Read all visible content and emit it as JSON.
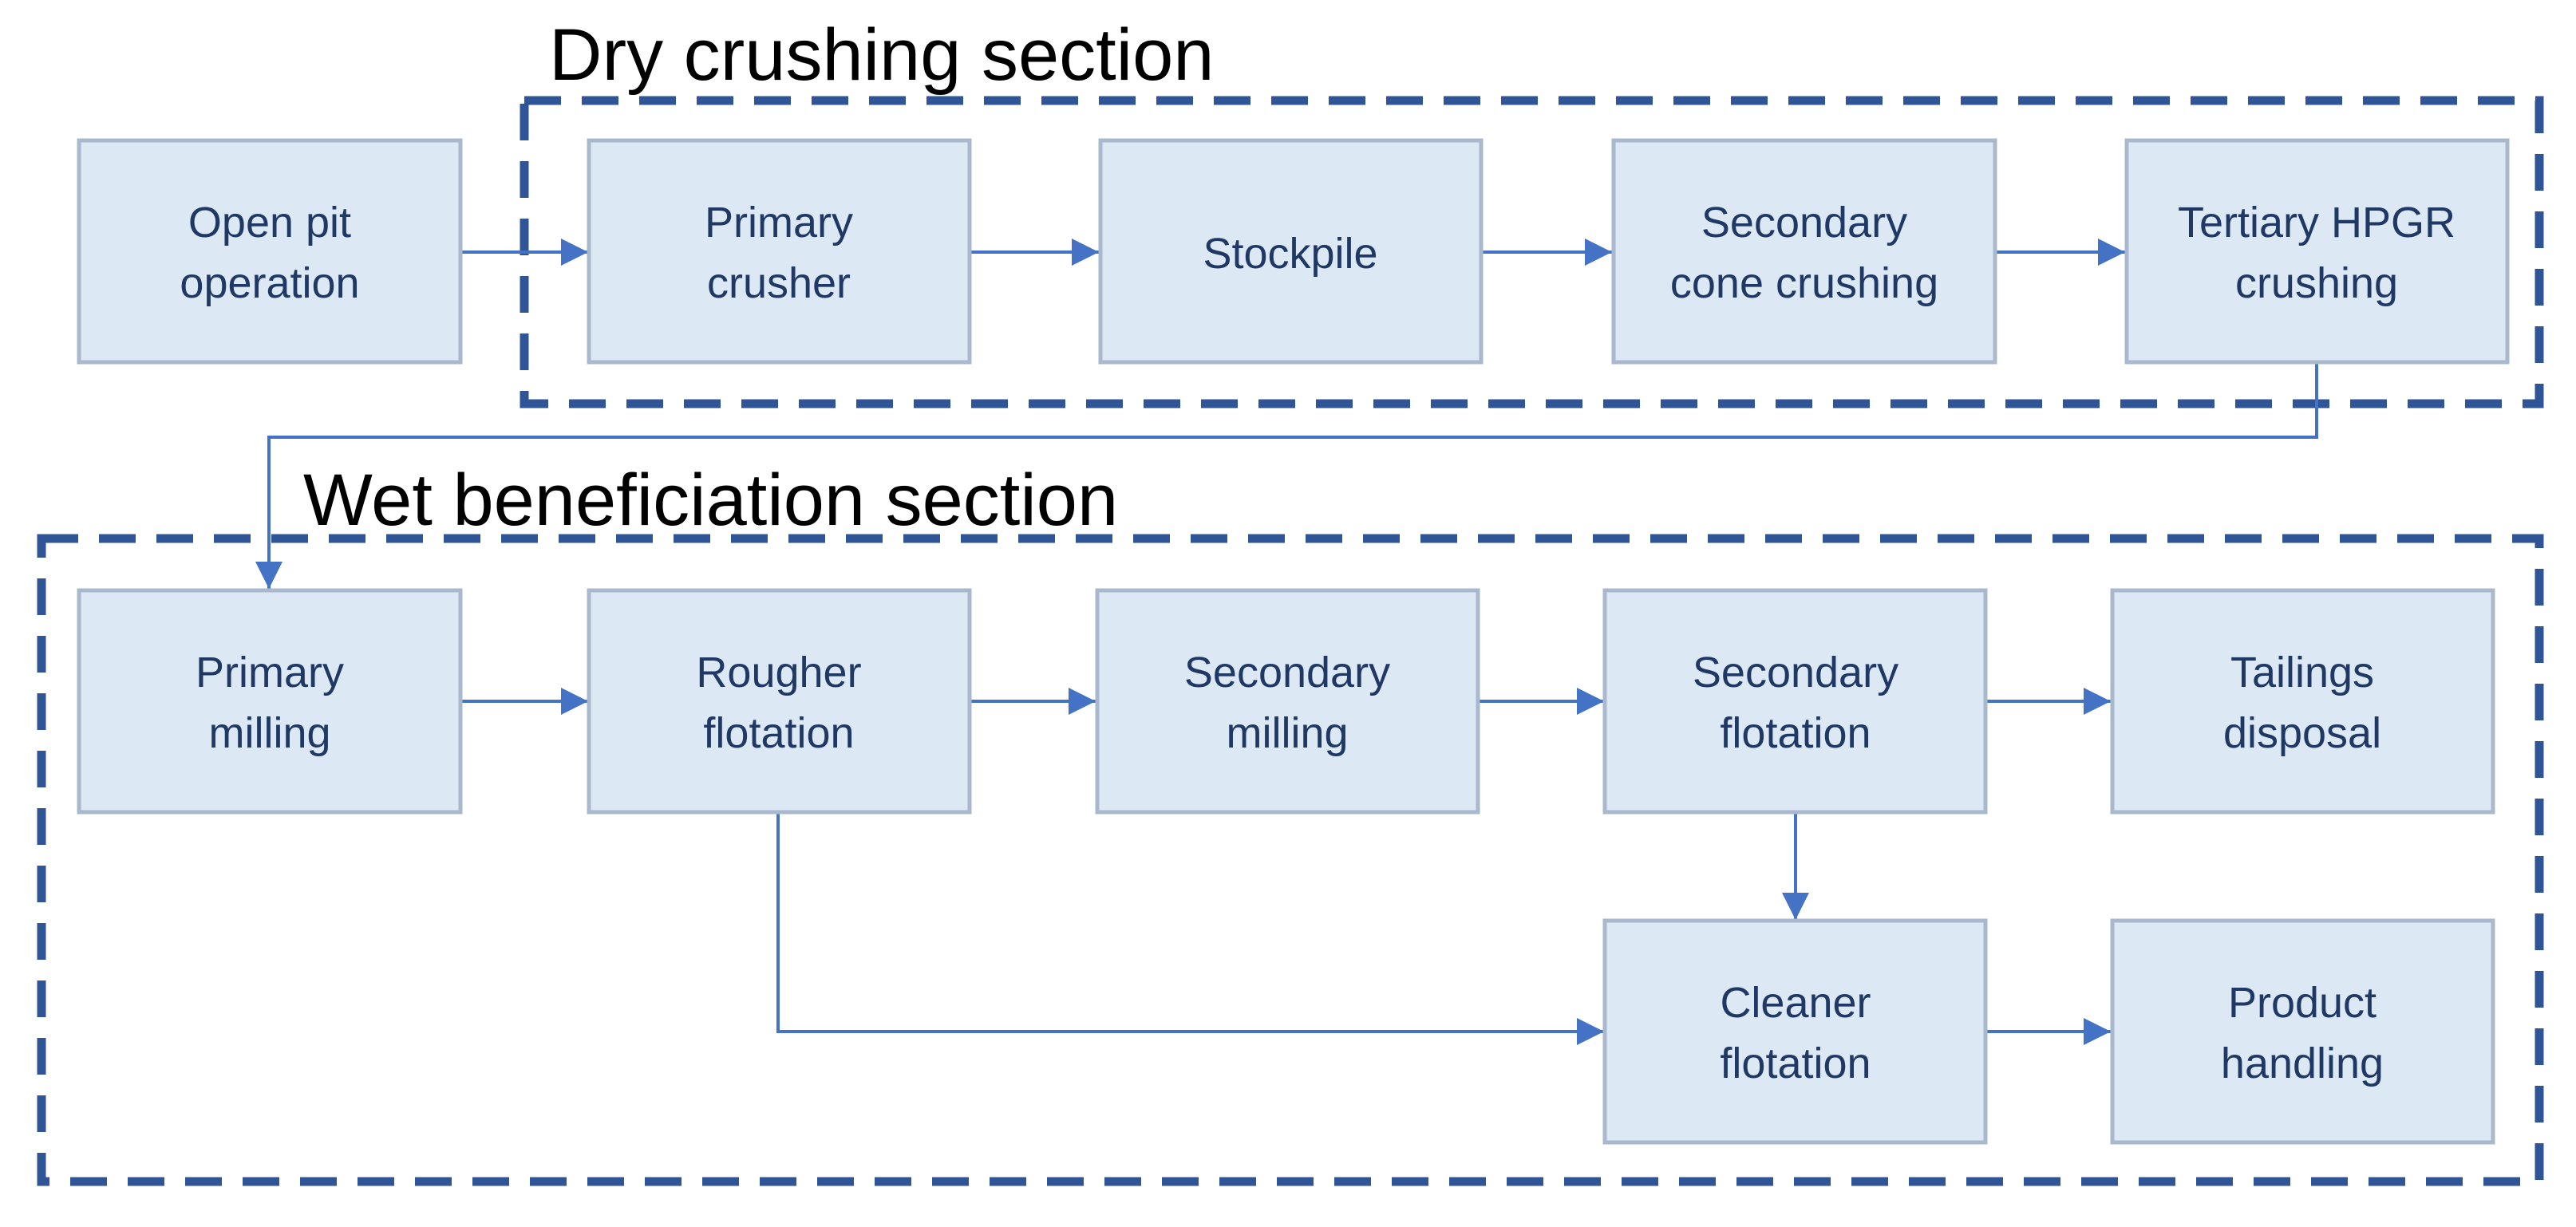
{
  "sections": [
    {
      "id": "dry",
      "title": "Dry crushing section"
    },
    {
      "id": "wet",
      "title": "Wet beneficiation section"
    }
  ],
  "nodes": {
    "open_pit": {
      "line1": "Open pit",
      "line2": "operation"
    },
    "primary_crusher": {
      "line1": "Primary",
      "line2": "crusher"
    },
    "stockpile": {
      "line1": "Stockpile"
    },
    "secondary_cone": {
      "line1": "Secondary",
      "line2": "cone crushing"
    },
    "tertiary_hpgr": {
      "line1": "Tertiary HPGR",
      "line2": "crushing"
    },
    "primary_milling": {
      "line1": "Primary",
      "line2": "milling"
    },
    "rougher_flotation": {
      "line1": "Rougher",
      "line2": "flotation"
    },
    "secondary_milling": {
      "line1": "Secondary",
      "line2": "milling"
    },
    "secondary_flotation": {
      "line1": "Secondary",
      "line2": "flotation"
    },
    "tailings_disposal": {
      "line1": "Tailings",
      "line2": "disposal"
    },
    "cleaner_flotation": {
      "line1": "Cleaner",
      "line2": "flotation"
    },
    "product_handling": {
      "line1": "Product",
      "line2": "handling"
    }
  },
  "edges": [
    {
      "from": "open_pit",
      "to": "primary_crusher"
    },
    {
      "from": "primary_crusher",
      "to": "stockpile"
    },
    {
      "from": "stockpile",
      "to": "secondary_cone"
    },
    {
      "from": "secondary_cone",
      "to": "tertiary_hpgr"
    },
    {
      "from": "tertiary_hpgr",
      "to": "primary_milling"
    },
    {
      "from": "primary_milling",
      "to": "rougher_flotation"
    },
    {
      "from": "rougher_flotation",
      "to": "secondary_milling"
    },
    {
      "from": "secondary_milling",
      "to": "secondary_flotation"
    },
    {
      "from": "secondary_flotation",
      "to": "tailings_disposal"
    },
    {
      "from": "secondary_flotation",
      "to": "cleaner_flotation"
    },
    {
      "from": "rougher_flotation",
      "to": "cleaner_flotation"
    },
    {
      "from": "cleaner_flotation",
      "to": "product_handling"
    }
  ],
  "colors": {
    "box_fill": "#dde8f5",
    "box_border": "#a9b8cc",
    "box_text": "#1f3864",
    "section_border": "#2f5597",
    "arrow": "#4472c4"
  }
}
